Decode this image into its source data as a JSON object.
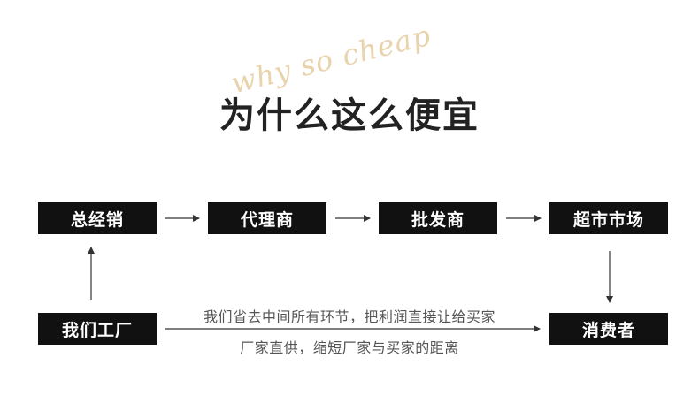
{
  "header": {
    "title": "为什么这么便宜",
    "script_overlay": "why so cheap"
  },
  "boxes": {
    "dealer": "总经销",
    "agent": "代理商",
    "wholesaler": "批发商",
    "supermarket": "超市市场",
    "factory": "我们工厂",
    "consumer": "消费者"
  },
  "notes": {
    "line1": "我们省去中间所有环节，把利润直接让给买家",
    "line2": "厂家直供，缩短厂家与买家的距离"
  }
}
